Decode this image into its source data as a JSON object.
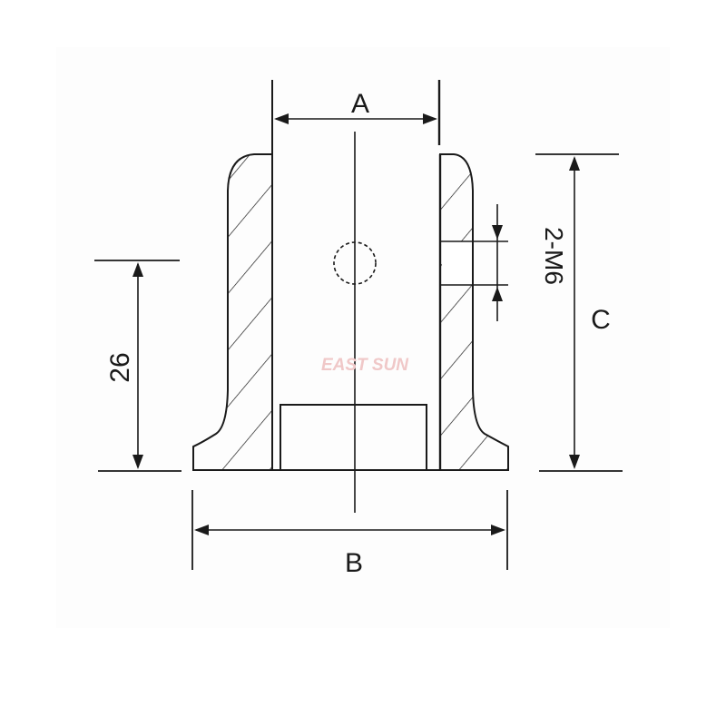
{
  "drawing": {
    "type": "technical-section-drawing",
    "dimensions": {
      "top_width": "A",
      "base_width": "B",
      "total_height": "C",
      "hole_height": "26",
      "thread": "2-M6"
    },
    "watermark": "EAST SUN"
  },
  "colors": {
    "line": "#1a1a1a",
    "background": "#ffffff",
    "watermark": "#f0c8c8"
  }
}
